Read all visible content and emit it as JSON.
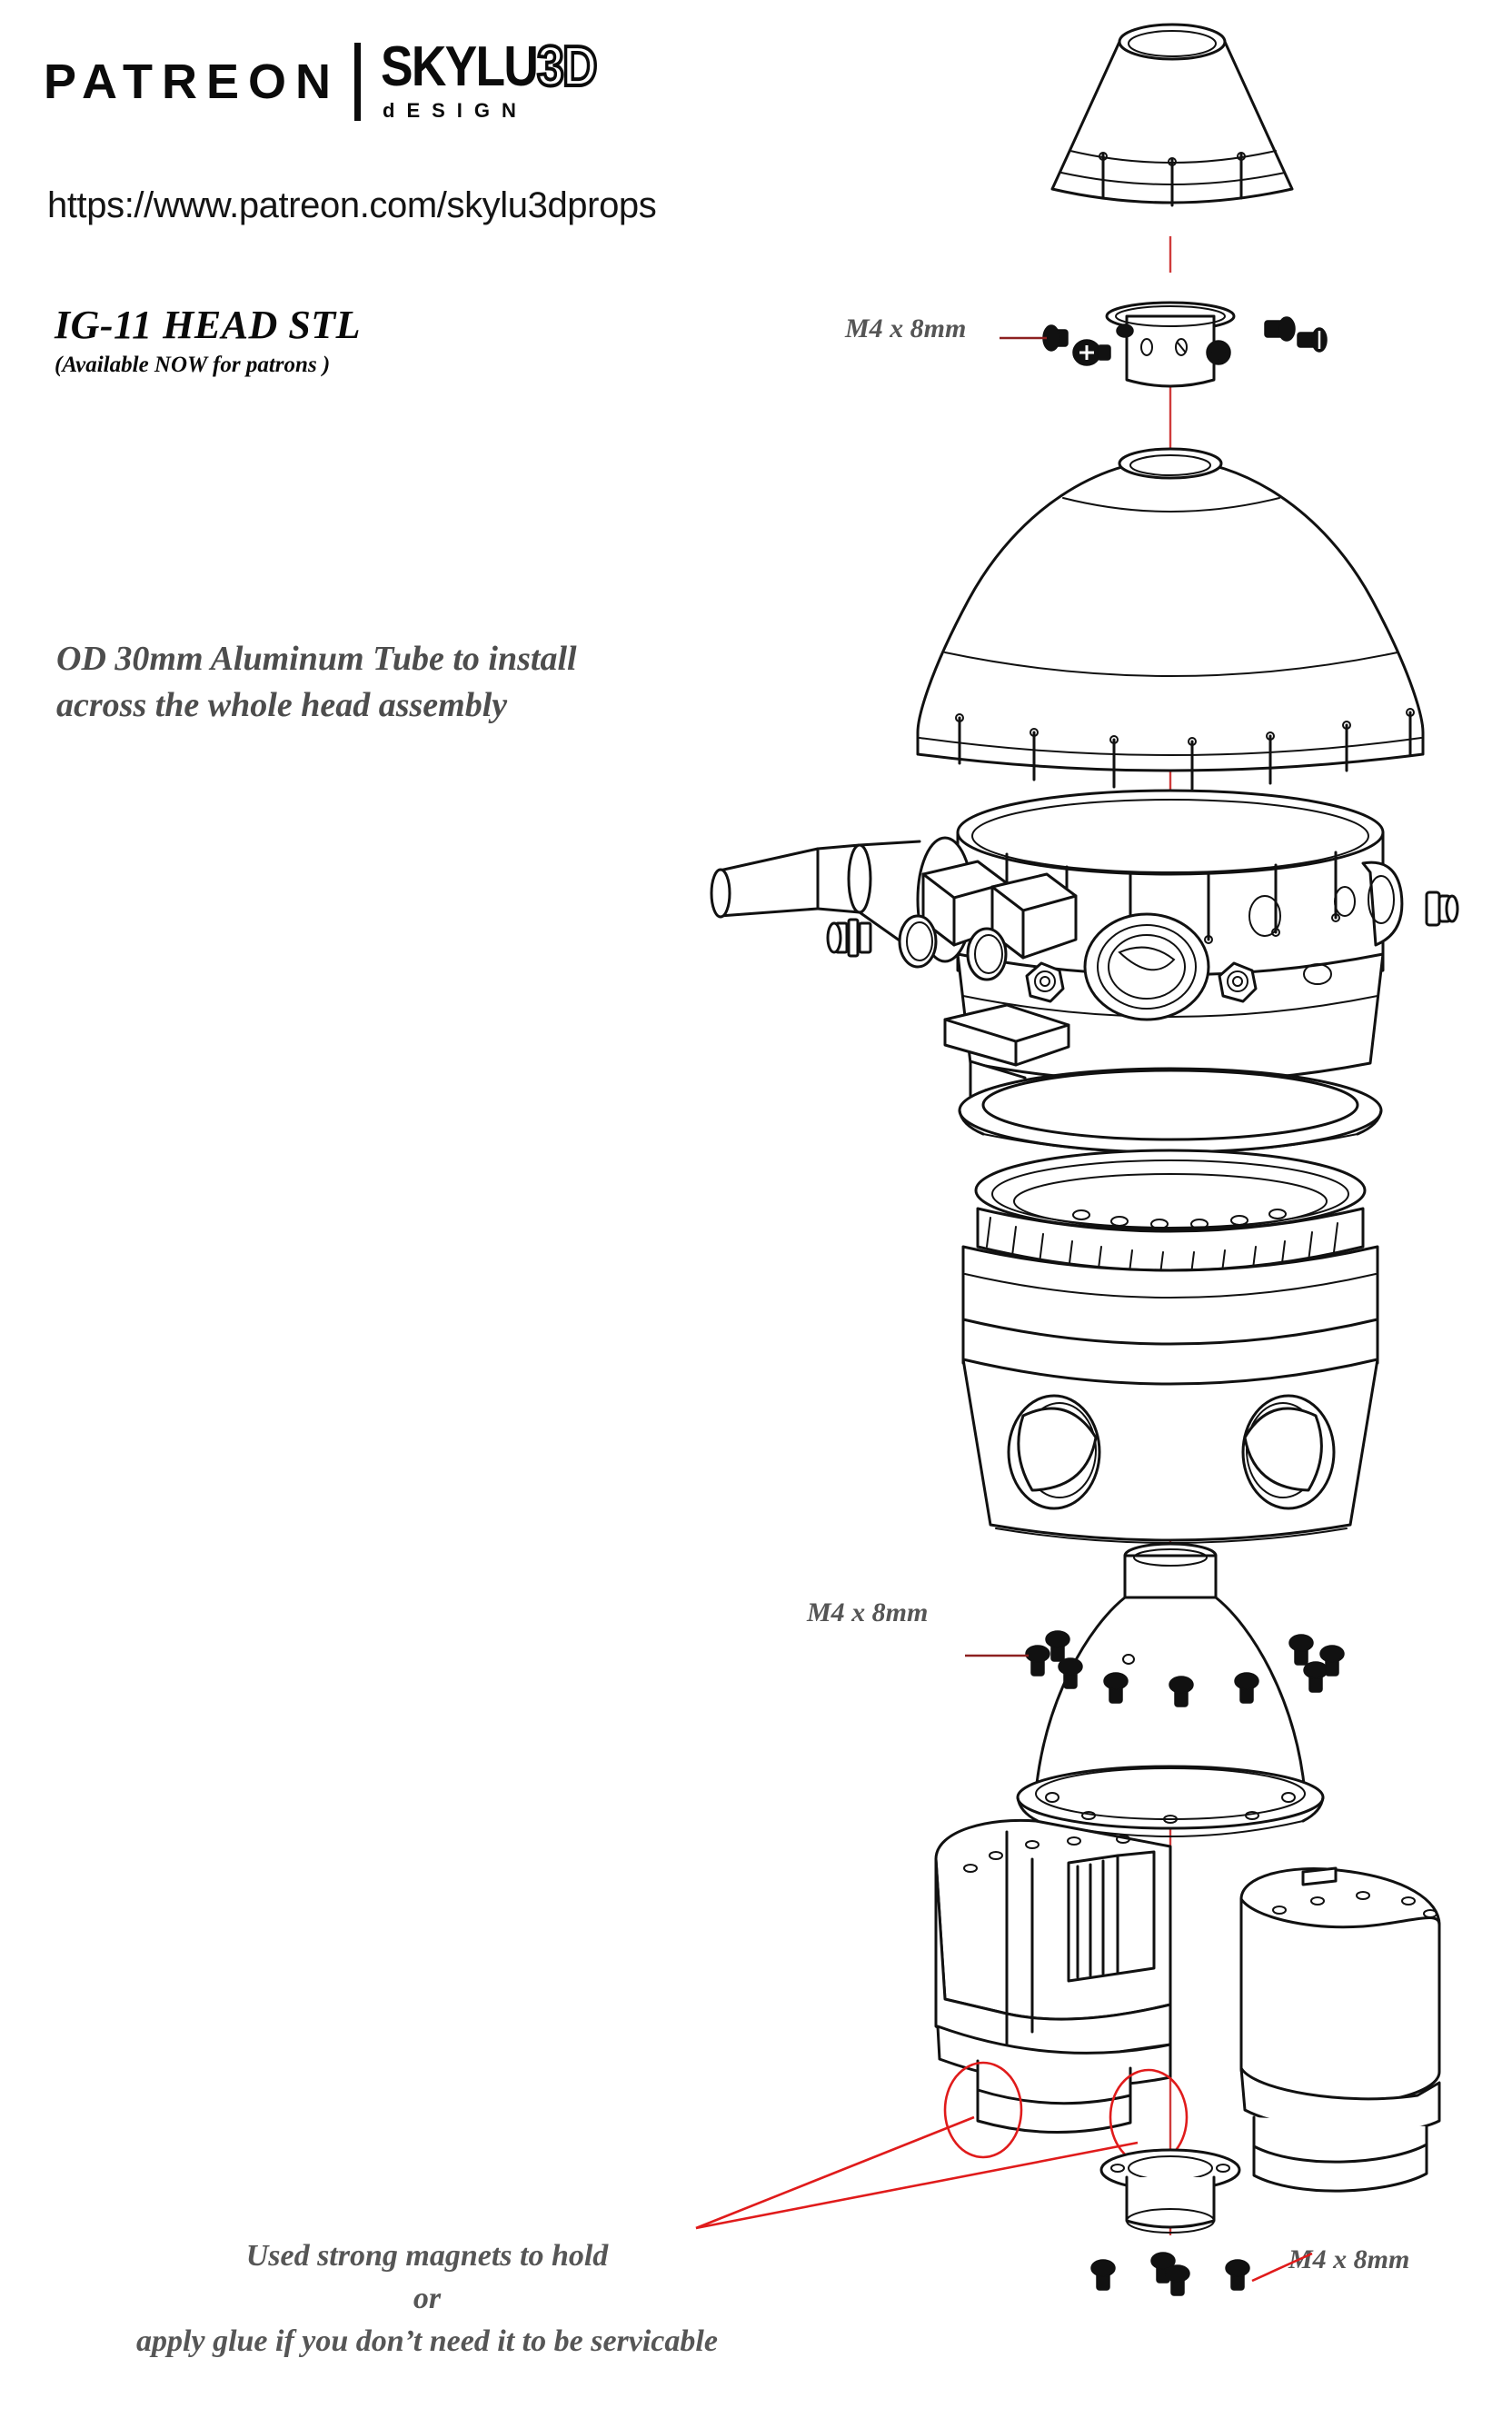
{
  "header": {
    "patreon_wordmark": "PATREON",
    "skylu_wordmark_main": "SKYLU",
    "skylu_wordmark_3d": "3D",
    "skylu_subword": "dESIGN",
    "url": "https://www.patreon.com/skylu3dprops"
  },
  "titles": {
    "product_title": "IG-11 HEAD STL",
    "product_subtitle": "(Available NOW for patrons )",
    "tube_note_line1": "OD 30mm Aluminum Tube to install",
    "tube_note_line2": "across the whole head assembly"
  },
  "callouts": {
    "top_fastener": "M4 x 8mm",
    "mid_fastener": "M4 x 8mm",
    "bottom_fastener": "M4 x 8mm"
  },
  "magnet_note": {
    "line1": "Used strong magnets to hold",
    "line2": "or",
    "line3": "apply glue if you don’t need it to be servicable"
  },
  "colors": {
    "line_art": "#111111",
    "center_axis_red": "#cf3a3a",
    "leader_red": "#e01b1b",
    "note_gray": "#4d4d4d",
    "label_gray": "#555555",
    "ink_black": "#0b0b0b",
    "paper": "#ffffff"
  },
  "parts": [
    {
      "name": "top-cone-shroud",
      "label": "Upper conical shroud"
    },
    {
      "name": "top-cap-puck",
      "label": "Top cap / tube collar"
    },
    {
      "name": "main-dome",
      "label": "Main head dome"
    },
    {
      "name": "sensor-collar",
      "label": "Sensor collar with optics"
    },
    {
      "name": "separator-ring",
      "label": "Separator ring"
    },
    {
      "name": "barrel-body",
      "label": "Barrel body with side ports"
    },
    {
      "name": "lower-bell",
      "label": "Lower bell with flange"
    },
    {
      "name": "split-neck-half-left",
      "label": "Split neck half (left)"
    },
    {
      "name": "split-neck-half-right",
      "label": "Split neck half (right)"
    },
    {
      "name": "bottom-flange-boss",
      "label": "Bottom flange boss"
    }
  ]
}
